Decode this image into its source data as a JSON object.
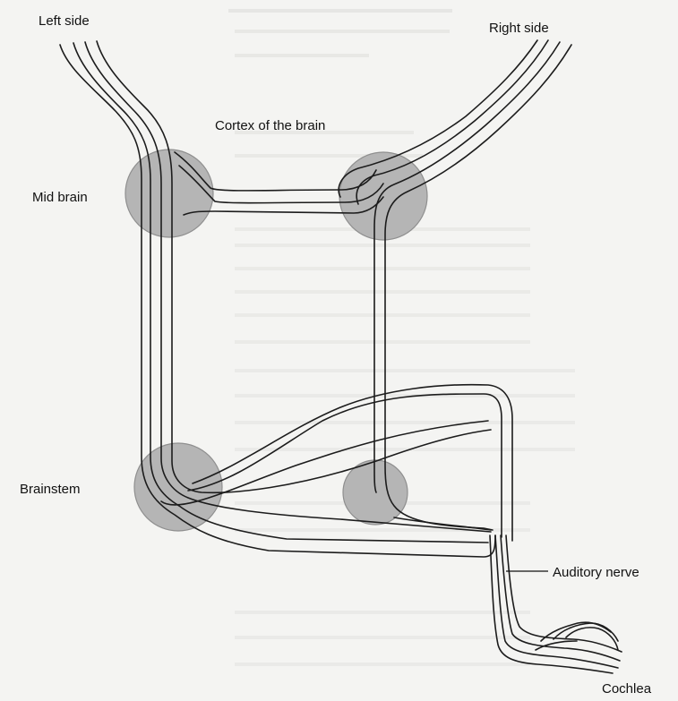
{
  "labels": {
    "left_side": "Left side",
    "right_side": "Right side",
    "cortex": "Cortex of the brain",
    "mid_brain": "Mid brain",
    "brainstem": "Brainstem",
    "auditory_nerve": "Auditory nerve",
    "cochlea": "Cochlea"
  },
  "colors": {
    "nucleus_fill": "#b5b5b5",
    "line": "#1c1c1c",
    "background": "#f4f4f2"
  }
}
